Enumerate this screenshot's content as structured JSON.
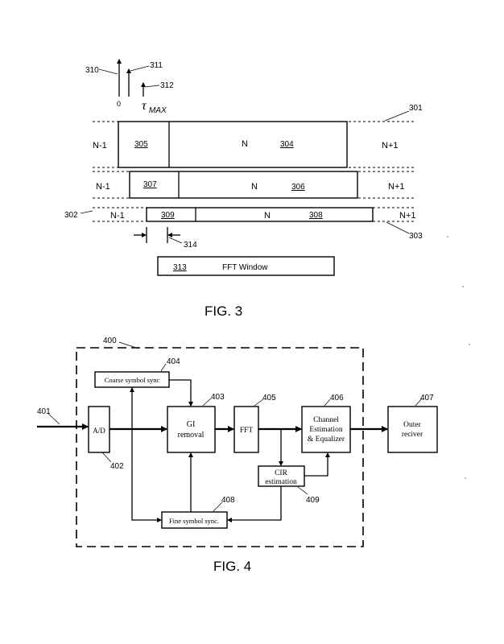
{
  "fig3": {
    "caption": "FIG. 3",
    "refs": {
      "r310": "310",
      "r311": "311",
      "r312": "312",
      "r301": "301",
      "r302": "302",
      "r303": "303",
      "r314": "314",
      "zero": "0",
      "tau": "τ",
      "tau_sub": "MAX"
    },
    "rows": [
      {
        "left": "N-1",
        "gi_ref": "305",
        "mid": "N",
        "mid_ref": "304",
        "right": "N+1"
      },
      {
        "left": "N-1",
        "gi_ref": "307",
        "mid": "N",
        "mid_ref": "306",
        "right": "N+1"
      },
      {
        "left": "N-1",
        "gi_ref": "309",
        "mid": "N",
        "mid_ref": "308",
        "right": "N+1"
      }
    ],
    "fft_window": {
      "ref": "313",
      "label": "FFT Window"
    }
  },
  "fig4": {
    "caption": "FIG. 4",
    "refs": {
      "r400": "400",
      "r401": "401",
      "r402": "402",
      "r403": "403",
      "r404": "404",
      "r405": "405",
      "r406": "406",
      "r407": "407",
      "r408": "408",
      "r409": "409"
    },
    "blocks": {
      "ad": "A/D",
      "coarse": "Coarse symbol sync",
      "gi_l1": "GI",
      "gi_l2": "removal",
      "fft": "FFT",
      "ch_l1": "Channel",
      "ch_l2": "Estimation",
      "ch_l3": "& Equalizer",
      "cir_l1": "CIR",
      "cir_l2": "estimation",
      "fine": "Fine symbol sync.",
      "outer_l1": "Outer",
      "outer_l2": "reciver"
    }
  }
}
